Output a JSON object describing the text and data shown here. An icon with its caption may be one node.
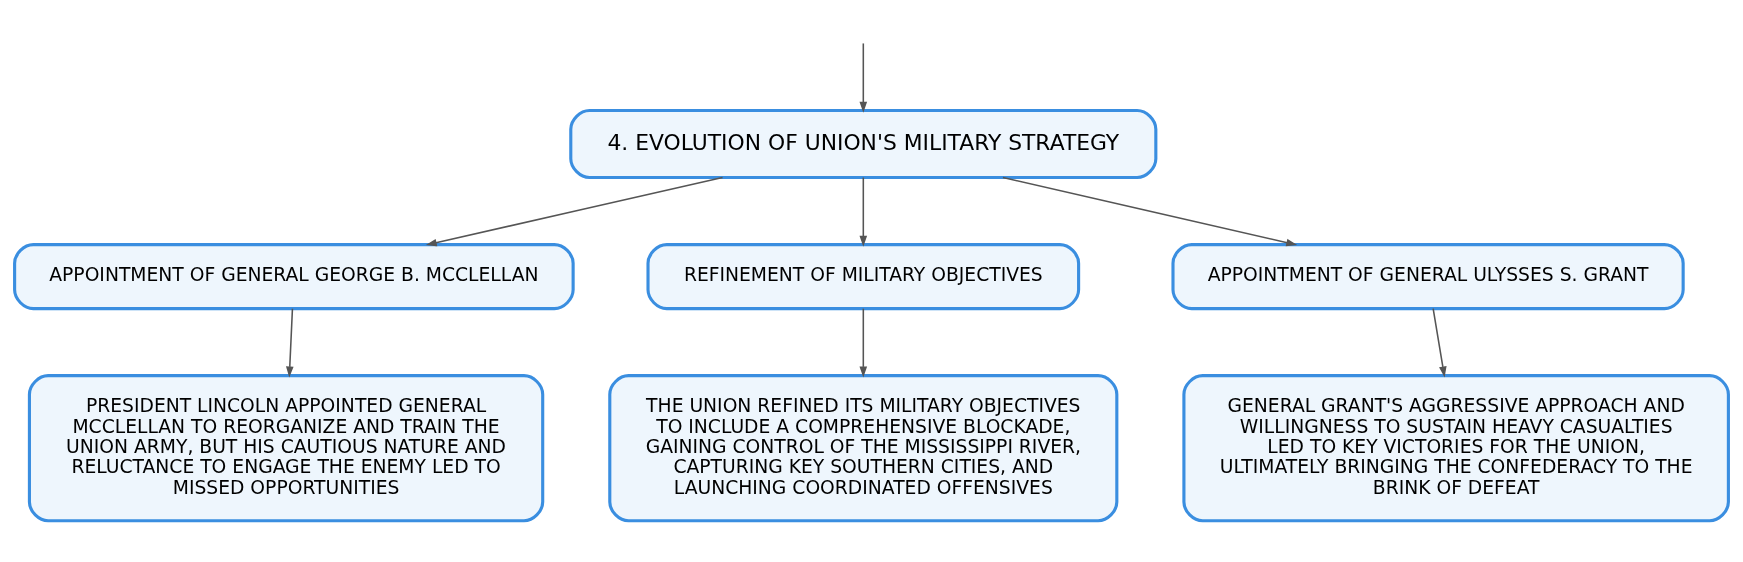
{
  "diagram": {
    "nodes": [
      {
        "text": [
          "4. EVOLUTION OF UNION'S MILITARY STRATEGY"
        ]
      },
      {
        "text": [
          "APPOINTMENT OF GENERAL GEORGE B. MCCLELLAN"
        ]
      },
      {
        "text": [
          "REFINEMENT OF MILITARY OBJECTIVES"
        ]
      },
      {
        "text": [
          "APPOINTMENT OF GENERAL ULYSSES S. GRANT"
        ]
      },
      {
        "text": [
          "PRESIDENT LINCOLN APPOINTED GENERAL MCCLELLAN TO REORGANIZE AND TRAIN THE UNION ARMY, BUT HIS CAUTIOUS NATURE AND RELUCTANCE TO ENGAGE THE ENEMY LED TO MISSED OPPORTUNITIES"
        ]
      },
      {
        "text": [
          "THE UNION REFINED ITS MILITARY OBJECTIVES TO INCLUDE A COMPREHENSIVE BLOCKADE, GAINING CONTROL OF THE MISSISSIPPI RIVER, CAPTURING KEY SOUTHERN CITIES, AND LAUNCHING COORDINATED OFFENSIVES"
        ]
      },
      {
        "text": [
          "GENERAL GRANT'S AGGRESSIVE APPROACH AND WILLINGNESS TO SUSTAIN HEAVY CASUALTIES LED TO KEY VICTORIES FOR THE UNION, ULTIMATELY BRINGING THE CONFEDERACY TO THE BRINK OF DEFEAT"
        ]
      }
    ],
    "edges": [
      {
        "from": null,
        "to": 0,
        "arrow": "to"
      },
      {
        "from": 0,
        "to": 1,
        "arrow": "to"
      },
      {
        "from": 0,
        "to": 2,
        "arrow": "to"
      },
      {
        "from": 0,
        "to": 3,
        "arrow": "to"
      },
      {
        "from": 1,
        "to": 4,
        "arrow": "to"
      },
      {
        "from": 2,
        "to": 5,
        "arrow": "to"
      },
      {
        "from": 3,
        "to": 6,
        "arrow": "to"
      }
    ]
  }
}
